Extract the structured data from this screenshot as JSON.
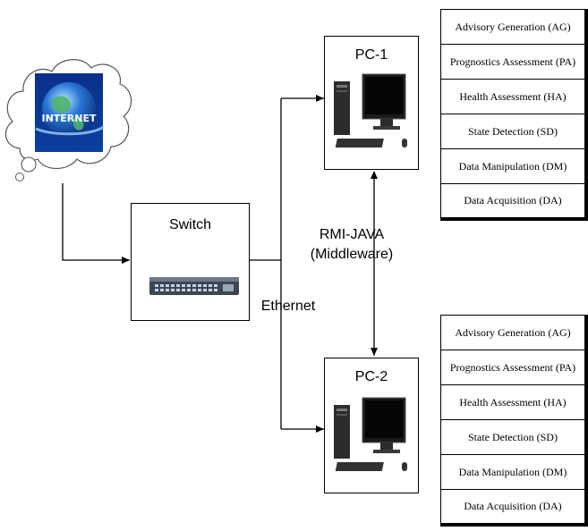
{
  "switch": {
    "title": "Switch"
  },
  "pc1": {
    "title": "PC-1"
  },
  "pc2": {
    "title": "PC-2"
  },
  "internet": {
    "label": "INTERNET"
  },
  "links": {
    "middleware": "RMI-JAVA\n(Middleware)",
    "ethernet": "Ethernet"
  },
  "stack_pc1": [
    "Advisory Generation (AG)",
    "Prognostics Assessment (PA)",
    "Health Assessment (HA)",
    "State Detection (SD)",
    "Data Manipulation (DM)",
    "Data Acquisition (DA)"
  ],
  "stack_pc2": [
    "Advisory Generation (AG)",
    "Prognostics Assessment (PA)",
    "Health Assessment (HA)",
    "State Detection (SD)",
    "Data Manipulation (DM)",
    "Data Acquisition (DA)"
  ]
}
